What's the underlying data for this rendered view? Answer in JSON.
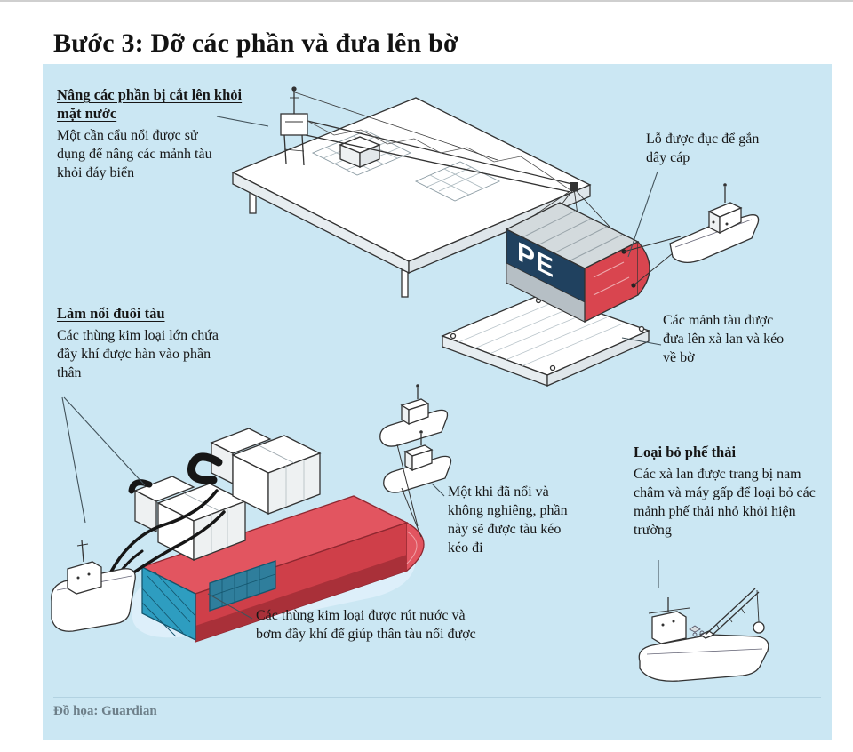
{
  "title": "Bước 3: Dỡ các phần và đưa lên bờ",
  "credit": "Đồ họa: Guardian",
  "annotations": {
    "lift": {
      "heading": "Nâng các phần bị cắt lên khỏi mặt nước",
      "body": "Một cần cẩu nổi được sử dụng để nâng các mảnh tàu khỏi đáy biển"
    },
    "cable_holes": {
      "body": "Lỗ được đục để gắn dây cáp"
    },
    "barge_transport": {
      "body": "Các mảnh tàu được đưa lên xà lan và kéo về bờ"
    },
    "refloat_stern": {
      "heading": "Làm nổi đuôi tàu",
      "body": "Các thùng kim loại lớn chứa đầy khí được hàn vào phần thân"
    },
    "towing": {
      "body": "Một khi đã nổi và không nghiêng, phần này sẽ được tàu kéo kéo đi"
    },
    "air_tanks": {
      "body": "Các thùng kim loại được rút nước và bơm đầy khí để giúp thân tàu nổi được"
    },
    "debris_removal": {
      "heading": "Loại bỏ phế thải",
      "body": "Các xà lan được trang bị nam châm và máy gấp để loại bỏ các mảnh phế thải nhỏ khỏi hiện trường"
    }
  },
  "illustration": {
    "hull_marking": "PE"
  },
  "colors": {
    "panel_bg": "#cbe7f3",
    "hull_red": "#d9454f",
    "hull_red_dark": "#c73e48",
    "section_navy": "#20415f",
    "teal": "#2e9dc0",
    "line": "#333333",
    "credit_gray": "#6d7f89"
  }
}
